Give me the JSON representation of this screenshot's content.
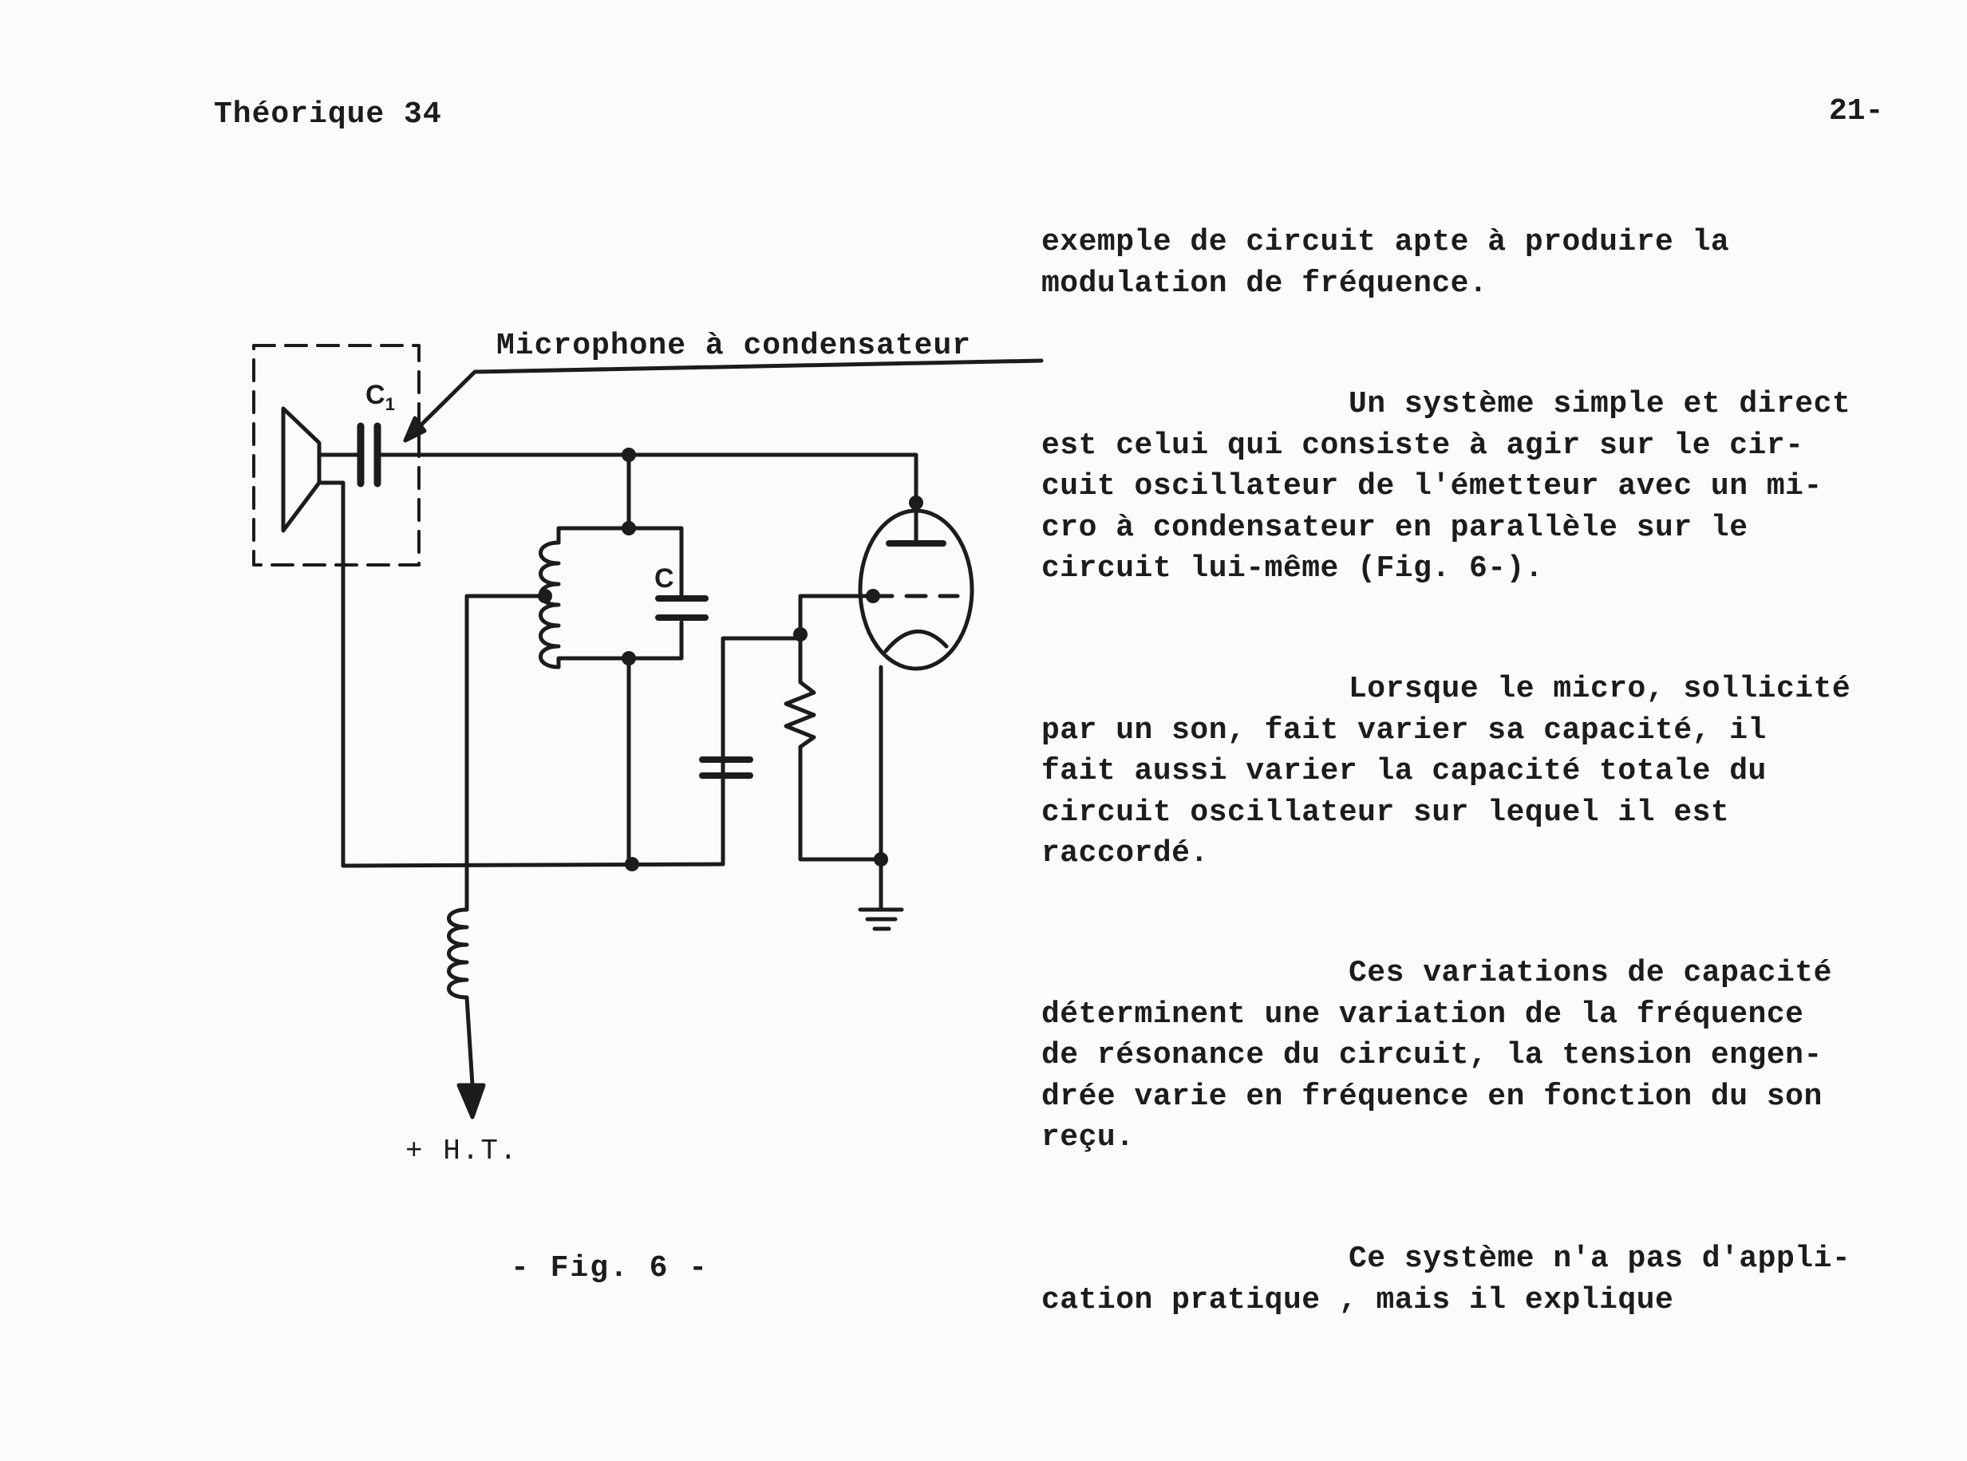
{
  "header": {
    "left": "Théorique 34",
    "right": "21-"
  },
  "figure": {
    "mic_label": "Microphone à condensateur",
    "c1_label": "C",
    "c1_sub": "1",
    "c_label": "C",
    "ht_label": "+ H.T.",
    "caption": "- Fig. 6 -"
  },
  "paragraphs": [
    {
      "lines": [
        "exemple de circuit apte à produire la",
        "modulation de fréquence."
      ]
    },
    {
      "lines": [
        "Un système simple et direct",
        "est celui qui consiste à agir sur le cir-",
        "cuit oscillateur de l'émetteur avec un mi-",
        "cro à condensateur en parallèle sur le",
        "circuit lui-même (Fig. 6-)."
      ]
    },
    {
      "lines": [
        "Lorsque le micro, sollicité",
        "par un son, fait varier sa capacité, il",
        "fait aussi varier la capacité totale du",
        "circuit  oscillateur sur lequel il est",
        "raccordé."
      ]
    },
    {
      "lines": [
        "Ces variations de capacité",
        "déterminent une variation de la fréquence",
        "de résonance du circuit, la tension engen-",
        "drée varie en fréquence en fonction du son",
        "reçu."
      ]
    },
    {
      "lines": [
        "Ce système n'a pas d'appli-",
        "cation  pratique , mais il explique"
      ]
    }
  ]
}
